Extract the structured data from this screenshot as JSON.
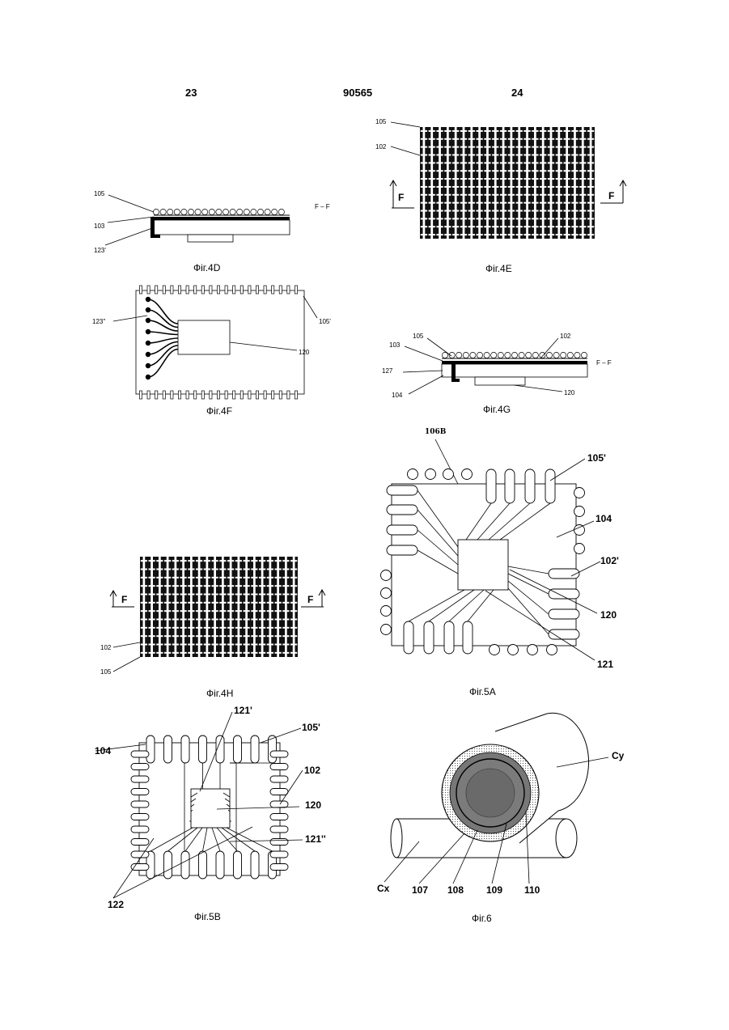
{
  "header": {
    "left_page": "23",
    "patent_number": "90565",
    "right_page": "24"
  },
  "figures": {
    "fig4d": {
      "caption": "Фіг.4D",
      "labels": [
        "105",
        "103",
        "123'"
      ],
      "section": "F – F"
    },
    "fig4e": {
      "caption": "Фіг.4E",
      "labels": [
        "105",
        "102"
      ],
      "arrow_left": "F",
      "arrow_right": "F"
    },
    "fig4f": {
      "caption": "Фіг.4F",
      "labels": [
        "123''",
        "105'",
        "120"
      ]
    },
    "fig4g": {
      "caption": "Фіг.4G",
      "labels": [
        "105",
        "102",
        "103",
        "127",
        "104",
        "120"
      ],
      "section": "F – F"
    },
    "fig4h": {
      "caption": "Фіг.4H",
      "labels": [
        "102",
        "105"
      ],
      "arrow_left": "F",
      "arrow_right": "F"
    },
    "fig5a": {
      "caption": "Фіг.5A",
      "labels": [
        "106B",
        "105'",
        "104",
        "102'",
        "120",
        "121"
      ]
    },
    "fig5b": {
      "caption": "Фіг.5B",
      "labels": [
        "121'",
        "105'",
        "104",
        "102",
        "120",
        "121''",
        "122"
      ]
    },
    "fig6": {
      "caption": "Фіг.6",
      "labels": [
        "Cy",
        "Cx",
        "107",
        "108",
        "109",
        "110"
      ]
    }
  },
  "colors": {
    "ink": "#000000",
    "paper": "#ffffff"
  }
}
